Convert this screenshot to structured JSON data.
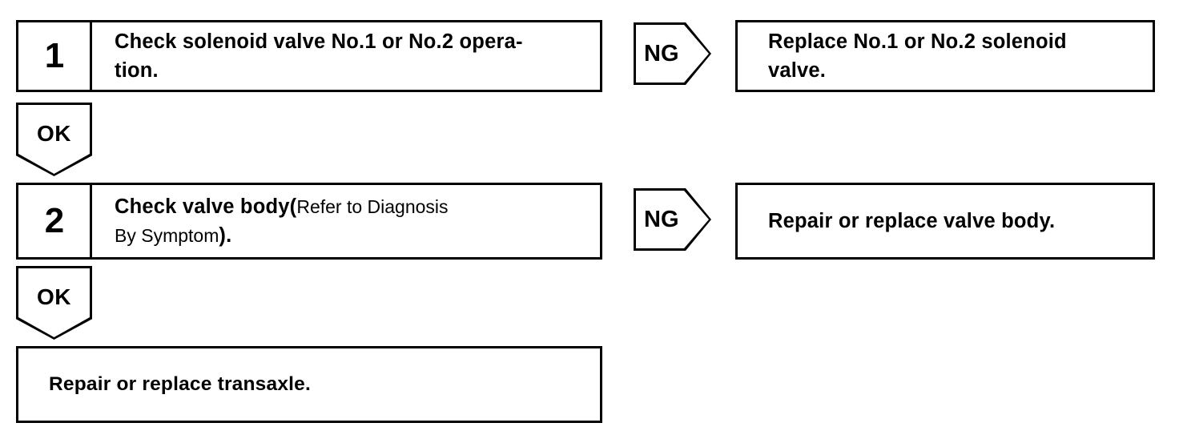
{
  "diagram": {
    "type": "troubleshooting-flowchart",
    "colors": {
      "background": "#ffffff",
      "line": "#000000",
      "text": "#000000"
    },
    "steps": [
      {
        "number": "1",
        "text": "Check solenoid valve No.1 or No.2 opera-tion.",
        "text_line1": "Check solenoid valve No.1 or No.2 opera-",
        "text_line2": "tion."
      },
      {
        "number": "2",
        "text_bold": "Check valve body",
        "open_paren": "(",
        "note_line1": "Refer to Diagnosis",
        "note_line2": "By Symptom",
        "close_paren": ")."
      }
    ],
    "connectors": {
      "ok_label": "OK",
      "ng_label": "NG"
    },
    "results": [
      {
        "text_line1": "Replace No.1 or No.2 solenoid",
        "text_line2": "valve."
      },
      {
        "text_line1": "Repair or replace valve body.",
        "text_line2": ""
      }
    ],
    "final": {
      "text": "Repair or replace transaxle."
    }
  }
}
